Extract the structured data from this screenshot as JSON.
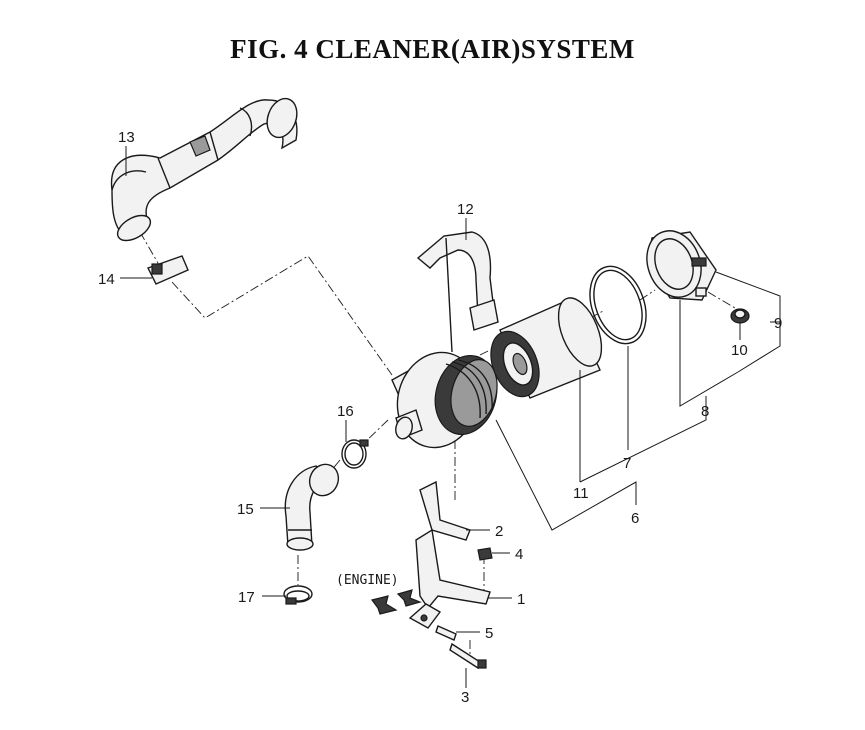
{
  "title": "FIG.  4  CLEANER(AIR)SYSTEM",
  "engine_label": "(ENGINE)",
  "callouts": [
    "1",
    "2",
    "3",
    "4",
    "5",
    "6",
    "7",
    "8",
    "9",
    "10",
    "11",
    "12",
    "13",
    "14",
    "15",
    "16",
    "17"
  ],
  "colors": {
    "ink": "#1a1a1a",
    "background": "#ffffff"
  }
}
